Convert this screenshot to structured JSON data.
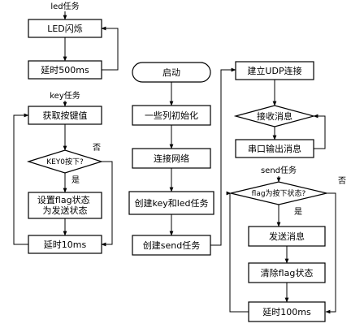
{
  "sections": {
    "led_title": "led任务",
    "key_title": "key任务",
    "send_title": "send任务"
  },
  "led": {
    "blink": "LED闪烁",
    "delay": "延时500ms"
  },
  "key": {
    "get_value": "获取按键值",
    "decision": "KEY0按下?",
    "set_flag": "设置flag状态为发送状态",
    "delay": "延时10ms"
  },
  "main": {
    "start": "启动",
    "init": "一些列初始化",
    "connect": "连接网络",
    "create_tasks": "创建key和led任务",
    "create_send": "创建send任务"
  },
  "udp": {
    "establish": "建立UDP连接",
    "receive": "接收消息",
    "serial_out": "串口输出消息"
  },
  "send": {
    "decision": "flag为按下状态?",
    "send_msg": "发送消息",
    "clear_flag": "清除flag状态",
    "delay": "延时100ms"
  },
  "branch": {
    "yes": "是",
    "no": "否"
  }
}
